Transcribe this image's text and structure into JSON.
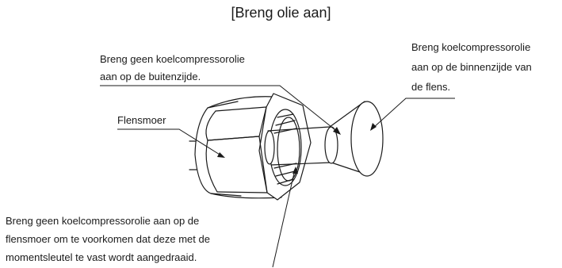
{
  "title": "[Breng olie aan]",
  "labels": {
    "outer_side": [
      "Breng geen koelcompressorolie",
      "aan op de buitenzijde."
    ],
    "inner_side": [
      "Breng koelcompressorolie",
      "aan op de binnenzijde van",
      "de flens."
    ],
    "flare_nut": "Flensmoer",
    "nut_warning": [
      "Breng geen koelcompressorolie aan op de",
      "flensmoer om te voorkomen dat deze met de",
      "momentsleutel te vast wordt aangedraaid."
    ]
  }
}
